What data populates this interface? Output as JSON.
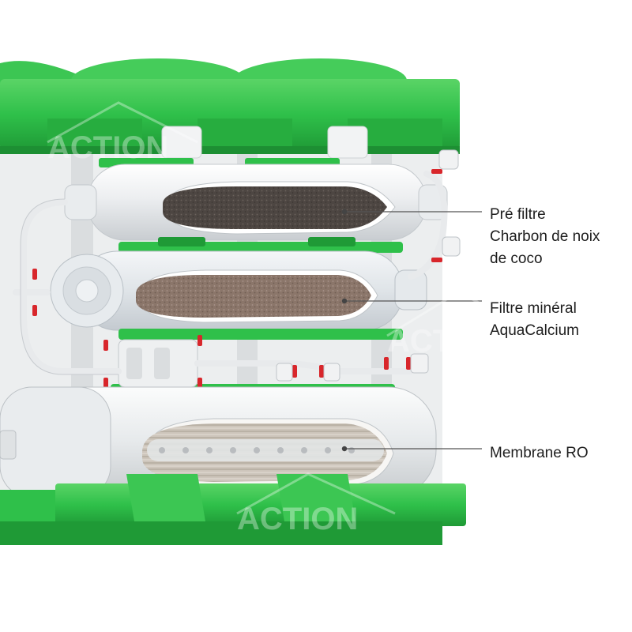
{
  "labels": {
    "prefilter": [
      "Pré filtre",
      "Charbon de noix",
      "de coco"
    ],
    "mineral": [
      "Filtre minéral",
      "AquaCalcium"
    ],
    "membrane": [
      "Membrane RO"
    ]
  },
  "watermark": "ACTION +",
  "colors": {
    "green": "#2fc04a",
    "green_dark": "#1f9a36",
    "housing": "#e6e8ea",
    "carbon": "#4a4440",
    "mineral": "#8a7468",
    "membrane": "#c9c0b6",
    "leader_line": "#555555",
    "fitting_red": "#d8262b"
  }
}
